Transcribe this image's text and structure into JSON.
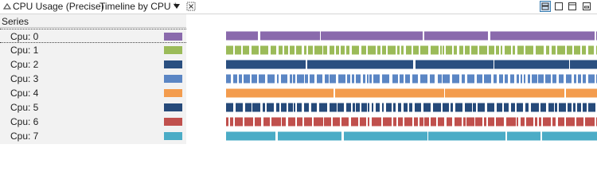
{
  "toolbar": {
    "title": "CPU Usage (Precise)",
    "preset": "Timeline by CPU *"
  },
  "icons": {
    "collapse": "collapse-triangle-icon",
    "dropdown": "chevron-down-icon",
    "settings": "settings-icon",
    "view_buttons": [
      "graph-and-table-view-icon",
      "graph-only-view-icon",
      "table-only-view-icon",
      "minimize-view-icon"
    ]
  },
  "series_header": "Series",
  "series": [
    {
      "label": "Cpu: 0",
      "color": "#8a6aac"
    },
    {
      "label": "Cpu: 1",
      "color": "#9bbb59"
    },
    {
      "label": "Cpu: 2",
      "color": "#2a4f80"
    },
    {
      "label": "Cpu: 3",
      "color": "#5b86c4"
    },
    {
      "label": "Cpu: 4",
      "color": "#f39c4e"
    },
    {
      "label": "Cpu: 5",
      "color": "#264a7a"
    },
    {
      "label": "Cpu: 6",
      "color": "#c0504d"
    },
    {
      "label": "Cpu: 7",
      "color": "#4bacc6"
    }
  ],
  "chart_data": {
    "type": "timeline",
    "rows": [
      "Cpu: 0",
      "Cpu: 1",
      "Cpu: 2",
      "Cpu: 3",
      "Cpu: 4",
      "Cpu: 5",
      "Cpu: 6",
      "Cpu: 7"
    ],
    "colors": [
      "#8a6aac",
      "#9bbb59",
      "#2a4f80",
      "#5b86c4",
      "#f39c4e",
      "#264a7a",
      "#c0504d",
      "#4bacc6"
    ],
    "activity": [
      0.96,
      0.62,
      0.9,
      0.55,
      0.97,
      0.58,
      0.72,
      0.9
    ]
  },
  "selected_index": 0
}
